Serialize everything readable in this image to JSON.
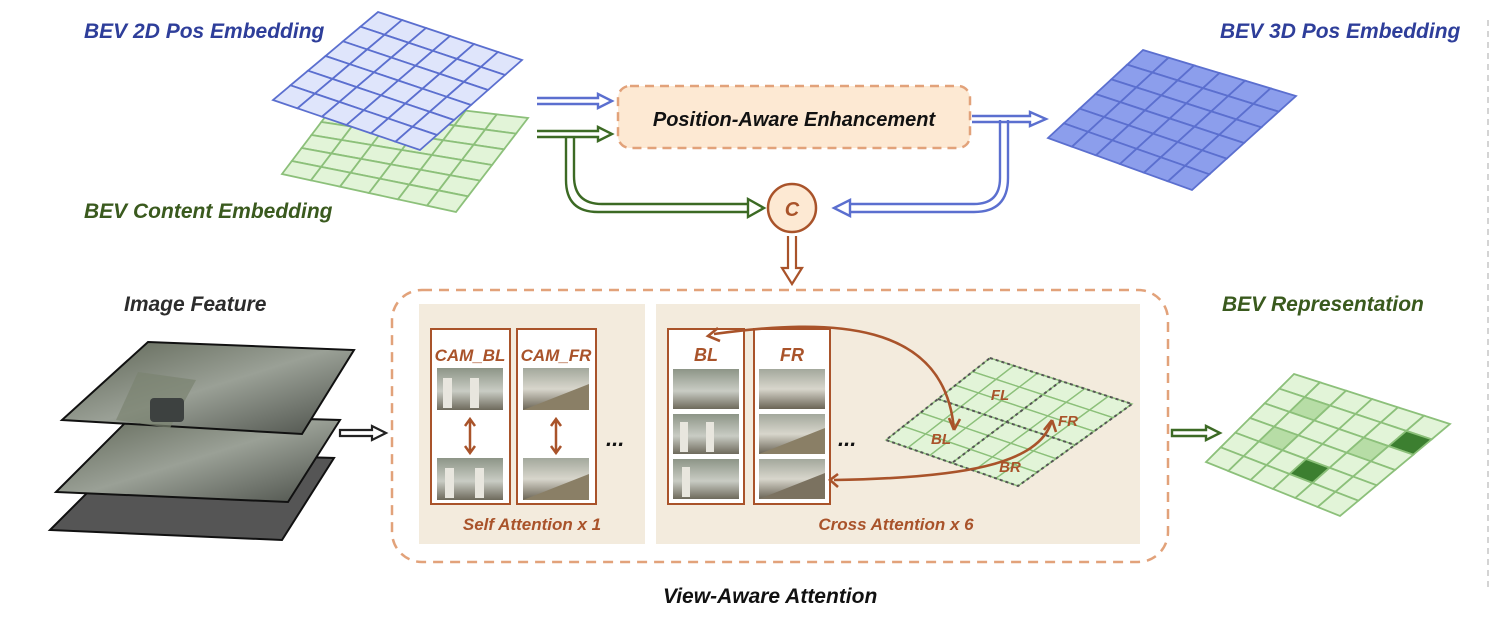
{
  "labels": {
    "bev_2d_pos": "BEV 2D Pos Embedding",
    "bev_3d_pos": "BEV 3D Pos Embedding",
    "bev_content": "BEV Content Embedding",
    "position_aware": "Position-Aware Enhancement",
    "concat": "C",
    "image_feature": "Image Feature",
    "bev_representation": "BEV Representation",
    "view_aware": "View-Aware Attention",
    "self_attention": "Self Attention x 1",
    "cross_attention": "Cross Attention x 6",
    "cam_bl": "CAM_BL",
    "cam_fr": "CAM_FR",
    "bl": "BL",
    "fr": "FR",
    "ellipsis": "...",
    "grid_fl": "FL",
    "grid_fr": "FR",
    "grid_bl": "BL",
    "grid_br": "BR"
  },
  "colors": {
    "blue": "#2e3e9a",
    "blue_stroke": "#5b6fcf",
    "blue_fill_light": "#dfe5fb",
    "blue_fill": "#8c9eec",
    "green": "#3a5a1e",
    "green_stroke": "#8cc07a",
    "green_fill": "#e2f4d8",
    "green_dark": "#3c7f30",
    "orange": "#a9532a",
    "orange_dash": "#e2a27a",
    "panel": "#f3ebdd",
    "box_fill": "#fde9d3"
  }
}
